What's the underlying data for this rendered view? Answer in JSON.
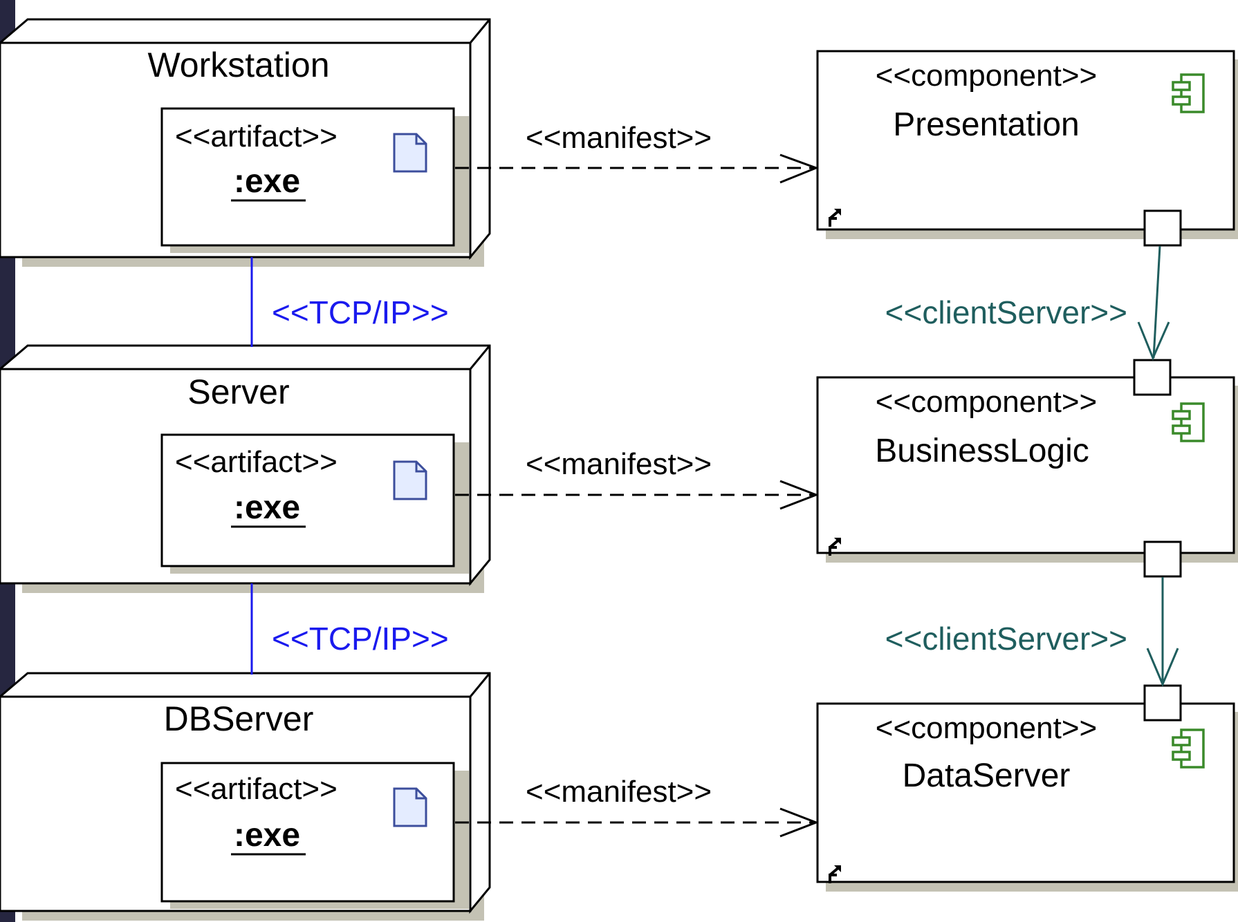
{
  "nodes": [
    {
      "name": "Workstation",
      "artifact_stereotype": "<<artifact>>",
      "artifact_name": ":exe"
    },
    {
      "name": "Server",
      "artifact_stereotype": "<<artifact>>",
      "artifact_name": ":exe"
    },
    {
      "name": "DBServer",
      "artifact_stereotype": "<<artifact>>",
      "artifact_name": ":exe"
    }
  ],
  "node_links": [
    {
      "label": "<<TCP/IP>>"
    },
    {
      "label": "<<TCP/IP>>"
    }
  ],
  "components": [
    {
      "stereotype": "<<component>>",
      "name": "Presentation"
    },
    {
      "stereotype": "<<component>>",
      "name": "BusinessLogic"
    },
    {
      "stereotype": "<<component>>",
      "name": "DataServer"
    }
  ],
  "manifest_links": [
    {
      "label": "<<manifest>>"
    },
    {
      "label": "<<manifest>>"
    },
    {
      "label": "<<manifest>>"
    }
  ],
  "client_server_links": [
    {
      "label": "<<clientServer>>"
    },
    {
      "label": "<<clientServer>>"
    }
  ],
  "icons": {
    "artifact": "document-icon",
    "component": "component-icon",
    "link": "link-arrow-icon"
  },
  "colors": {
    "background": "#000000",
    "left_strip": "#262640",
    "canvas": "#ffffff",
    "shadow": "#c4c2b4",
    "tcp_ip": "#1a1aee",
    "client_server": "#1f5e5e",
    "component_icon": "#3a8a2a",
    "artifact_icon": "#3c4e9c"
  }
}
